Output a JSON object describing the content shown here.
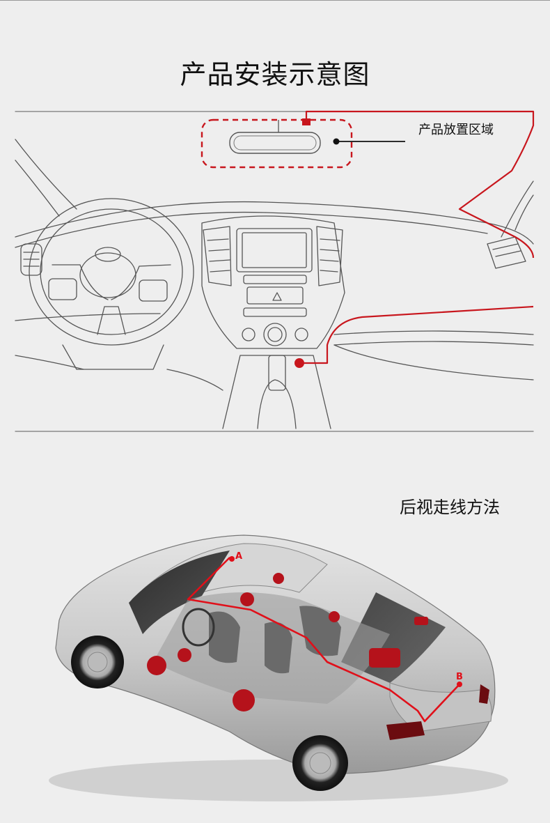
{
  "title": "产品安装示意图",
  "interior": {
    "callout": "产品放置区域"
  },
  "rear": {
    "subtitle": "后视走线方法",
    "marker_a": "A",
    "marker_b": "B"
  },
  "colors": {
    "accent": "#c8161d",
    "line": "#555555",
    "background": "#eeeeee"
  }
}
